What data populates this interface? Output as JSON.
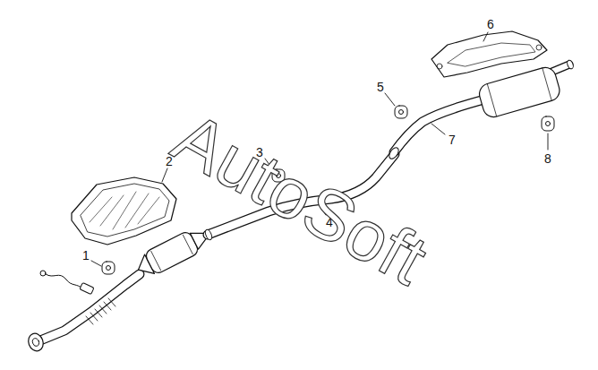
{
  "diagram": {
    "labels": [
      "1",
      "2",
      "3",
      "4",
      "5",
      "6",
      "7",
      "8",
      "AutoSoft"
    ]
  }
}
